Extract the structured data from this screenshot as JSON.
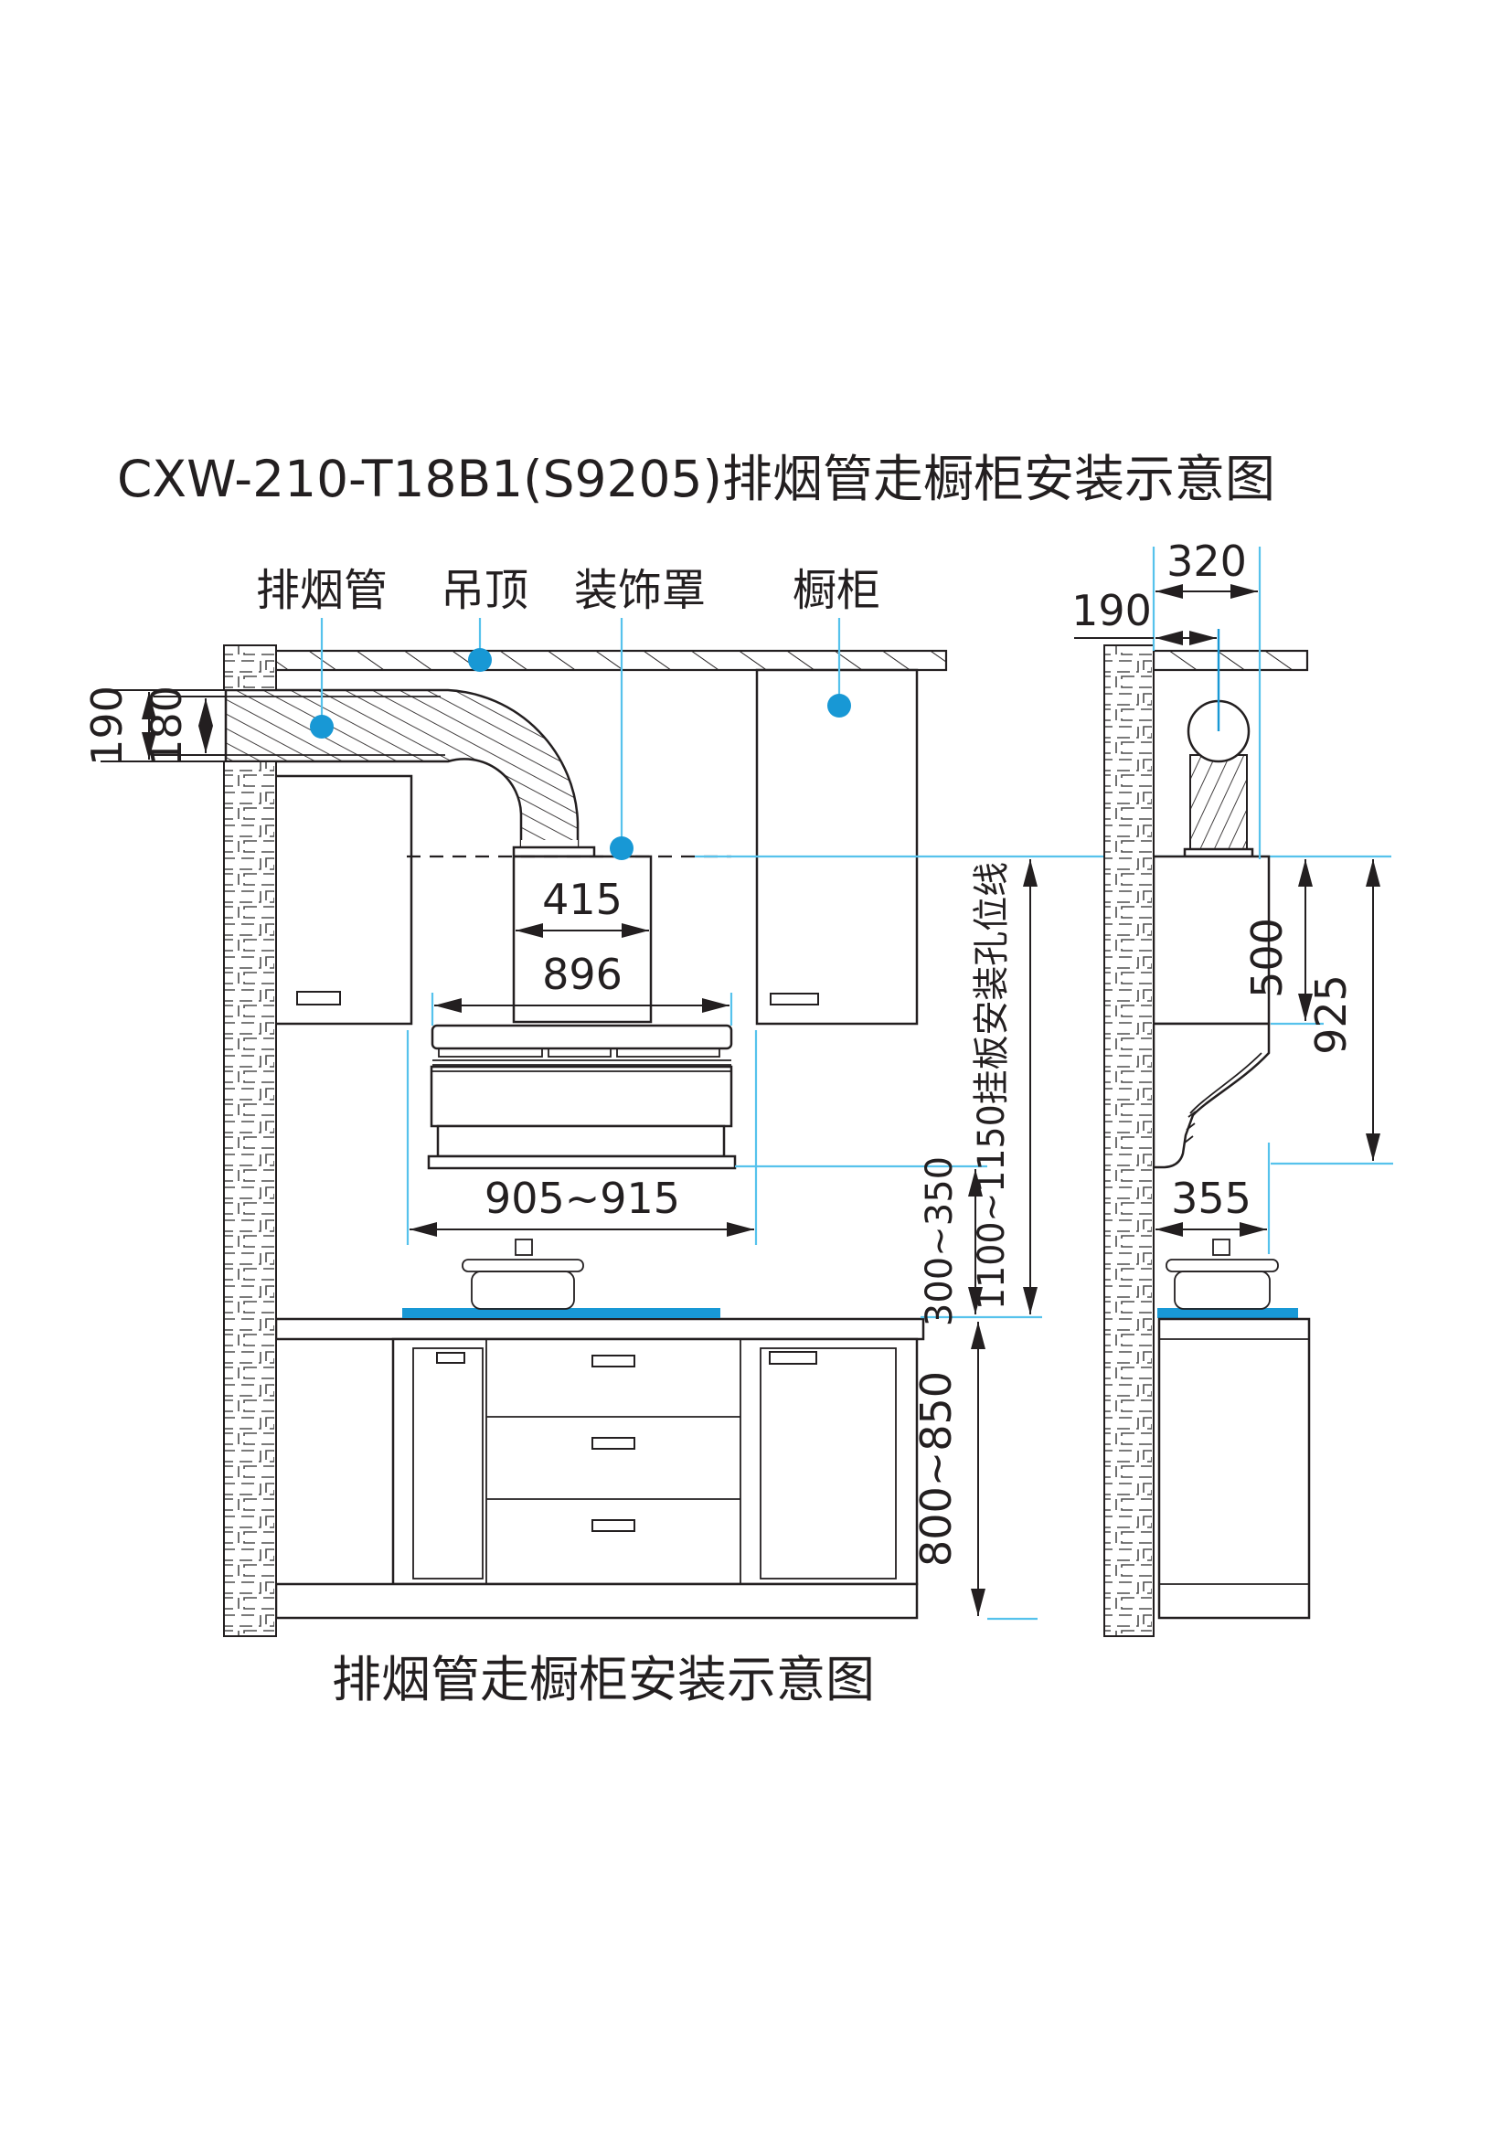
{
  "title": "CXW-210-T18B1(S9205)排烟管走橱柜安装示意图",
  "caption": "排烟管走橱柜安装示意图",
  "labels": {
    "exhaust_pipe": "排烟管",
    "ceiling": "吊顶",
    "decor_cover": "装饰罩",
    "cabinet": "橱柜"
  },
  "front_dims": {
    "duct_outer": "190",
    "duct_inner": "180",
    "cover_top_width": "415",
    "hood_width": "896",
    "cabinet_opening": "905~915",
    "hood_to_cooktop": "300~350",
    "mount_hole_line": "1100~1150挂板安装孔位线",
    "counter_height": "800~850"
  },
  "side_dims": {
    "cabinet_depth": "320",
    "duct_center_offset": "190",
    "cover_height": "500",
    "hood_total_height": "925",
    "hood_depth": "355"
  },
  "colors": {
    "accent_blue": "#1898d5",
    "cyan_line": "#56c2ec",
    "ink": "#231f20"
  }
}
